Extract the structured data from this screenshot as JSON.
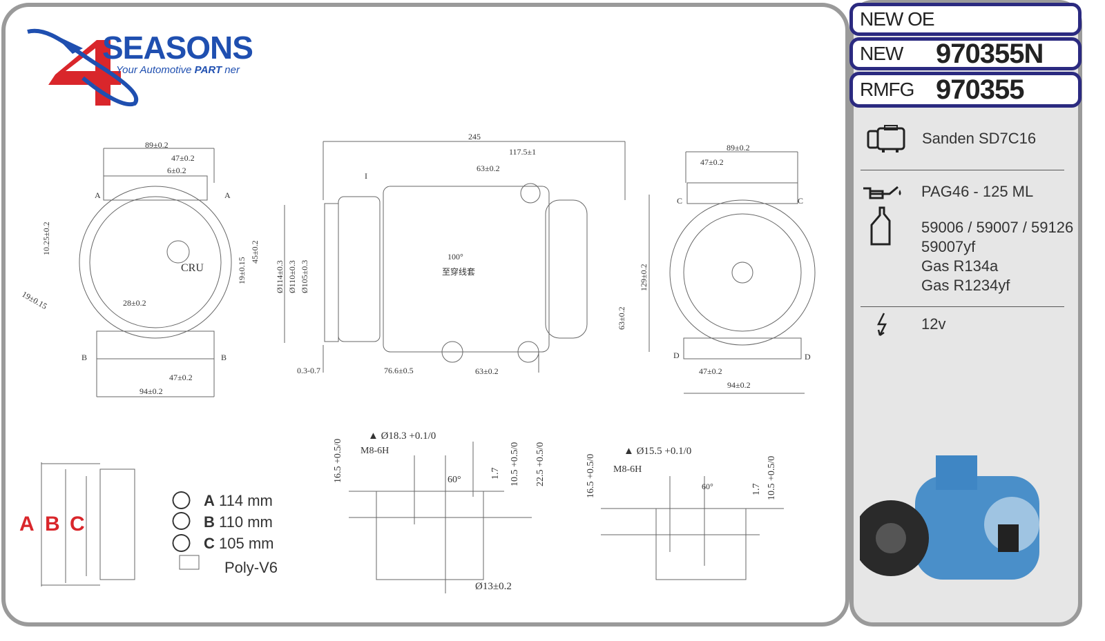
{
  "logo": {
    "brand": "SEASONS",
    "digit": "4",
    "tagline_pre": "Your Automotive ",
    "tagline_bold": "PART",
    "tagline_post": " ner",
    "colors": {
      "blue": "#1f4fb0",
      "red": "#d9262b"
    }
  },
  "codes": [
    {
      "label": "NEW OE",
      "value": ""
    },
    {
      "label": "NEW",
      "value": "970355N"
    },
    {
      "label": "RMFG",
      "value": "970355"
    }
  ],
  "specs": {
    "compressor": {
      "icon": "compressor-icon",
      "text": "Sanden SD7C16"
    },
    "oil": {
      "icon": "oil-can-icon",
      "text": "PAG46 - 125 ML"
    },
    "oil_refs": {
      "icon": "oil-bottle-icon",
      "lines": [
        "59006 / 59007 / 59126",
        "59007yf",
        "Gas R134a",
        "Gas R1234yf"
      ]
    },
    "voltage": {
      "icon": "lightning-icon",
      "text": "12v"
    }
  },
  "pulley": {
    "letters": [
      "A",
      "B",
      "C"
    ],
    "rows": [
      {
        "key": "A",
        "value": "114 mm"
      },
      {
        "key": "B",
        "value": "110 mm"
      },
      {
        "key": "C",
        "value": "105 mm"
      }
    ],
    "belt": "Poly-V6"
  },
  "drawing_front": [
    "89±0.2",
    "47±0.2",
    "6±0.2",
    "10.25±0.2",
    "45±0.2",
    "19±0.15",
    "28±0.2",
    "19±0.15",
    "47±0.2",
    "94±0.2",
    "A",
    "A",
    "B",
    "B",
    "CRU"
  ],
  "drawing_side": [
    "245",
    "117.5±1",
    "63±0.2",
    "I",
    "Ø114±0.3",
    "Ø110±0.3",
    "Ø105±0.3",
    "100°",
    "至穿线套",
    "129±0.2",
    "63±0.2",
    "0.3-0.7",
    "76.6±0.5",
    "63±0.2"
  ],
  "drawing_rear": [
    "89±0.2",
    "47±0.2",
    "C",
    "C",
    "D",
    "D",
    "47±0.2",
    "94±0.2"
  ],
  "detail_left": [
    "▲ Ø18.3 +0.1/0",
    "M8-6H",
    "16.5 +0.5/0",
    "60°",
    "1.7",
    "10.5 +0.5/0",
    "22.5 +0.5/0",
    "Ø13±0.2"
  ],
  "detail_right": [
    "▲ Ø15.5 +0.1/0",
    "M8-6H",
    "16.5 +0.5/0",
    "60°",
    "1.7",
    "10.5 +0.5/0"
  ]
}
